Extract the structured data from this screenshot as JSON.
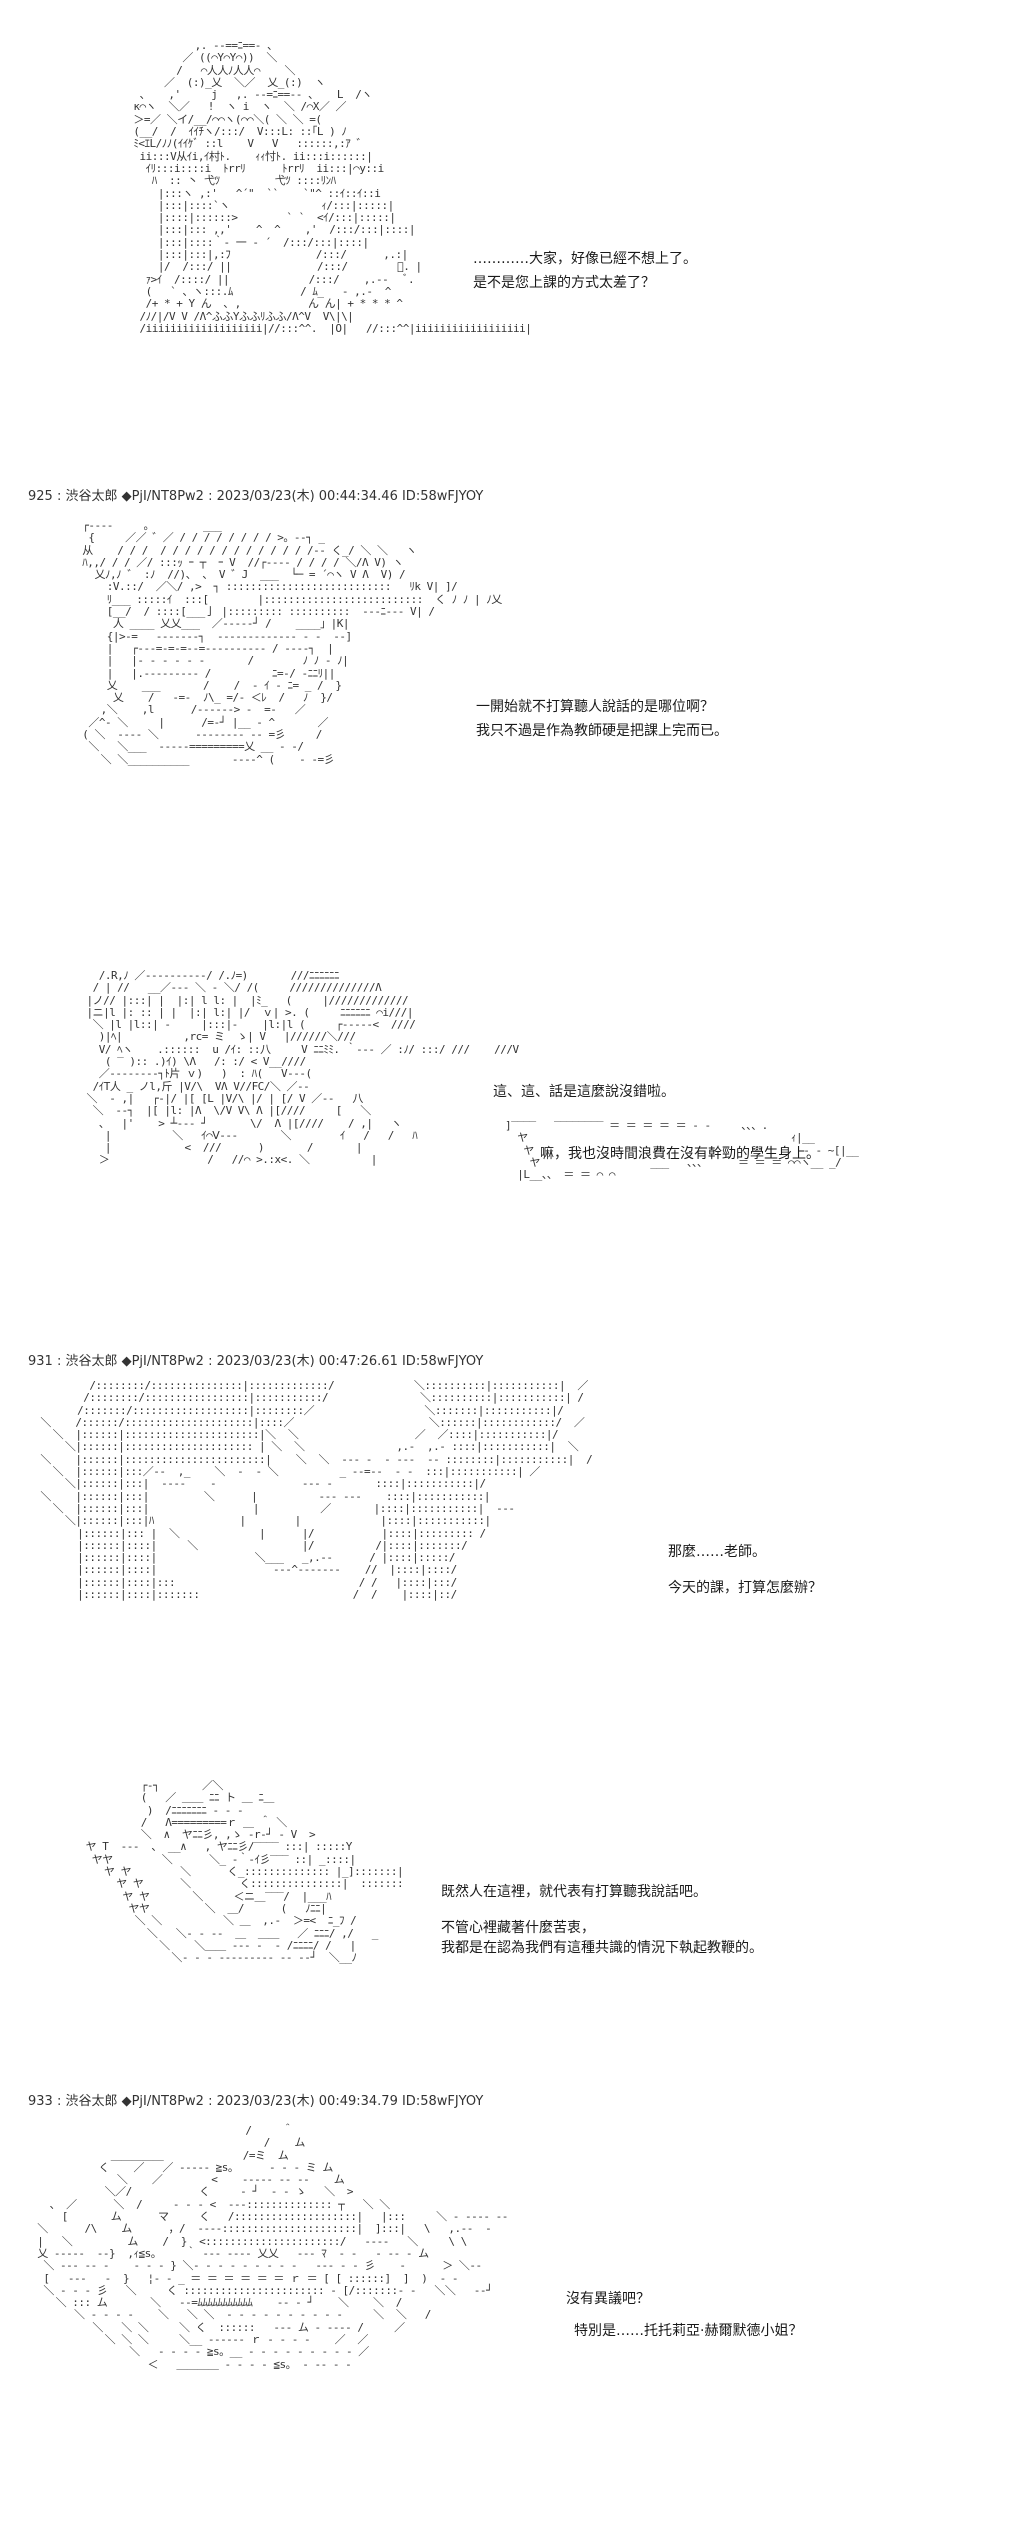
{
  "panels": [
    {
      "header": "",
      "lines": [
        "…………大家，好像已經不想上了。",
        "是不是您上課的方式太差了？"
      ]
    },
    {
      "header": "925 : 渋谷太郎 ◆PjI/NT8Pw2 : 2023/03/23(木) 00:44:34.46 ID:58wFJYOY",
      "lines": [
        "一開始就不打算聽人說話的是哪位啊？",
        "我只不過是作為教師硬是把課上完而已。"
      ]
    },
    {
      "header": "",
      "lines": [
        "這、這、話是這麼說沒錯啦。",
        "嘛，我也沒時間浪費在沒有幹勁的學生身上。"
      ]
    },
    {
      "header": "931 : 渋谷太郎 ◆PjI/NT8Pw2 : 2023/03/23(木) 00:47:26.61 ID:58wFJYOY",
      "lines": [
        "那麼……老師。",
        "今天的課，打算怎麼辦？"
      ]
    },
    {
      "header": "",
      "lines": [
        "既然人在這裡，就代表有打算聽我說話吧。",
        "不管心裡藏著什麼苦衷，",
        "我都是在認為我們有這種共識的情況下執起教鞭的。"
      ]
    },
    {
      "header": "933 : 渋谷太郎 ◆PjI/NT8Pw2 : 2023/03/23(木) 00:49:34.79 ID:58wFJYOY",
      "lines": [
        "沒有異議吧？",
        "特別是……托托莉亞·赫爾默德小姐？"
      ]
    }
  ]
}
